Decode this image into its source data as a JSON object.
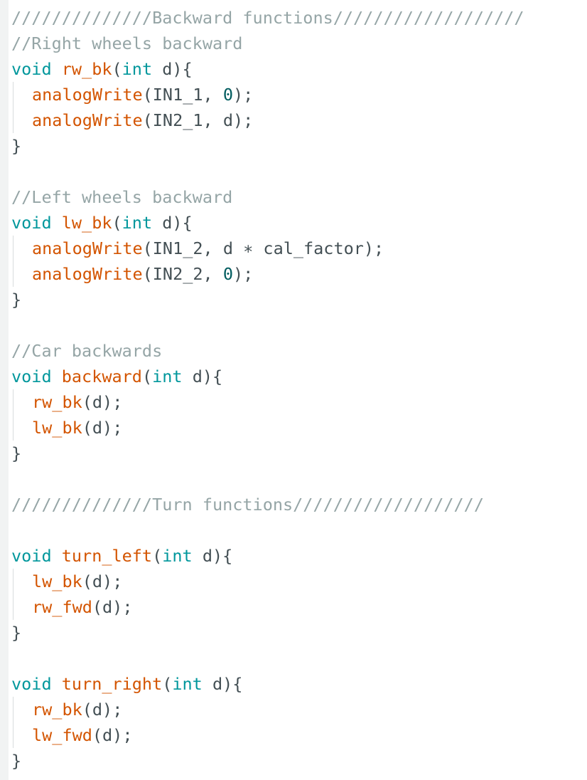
{
  "colors": {
    "background": "#ffffff",
    "gutter": "#f1f3f3",
    "comment": "#95a5a6",
    "type_keyword": "#00979c",
    "function_name": "#d35400",
    "plain_text": "#434f54",
    "number": "#005c5f"
  },
  "code_lines": [
    {
      "indent": false,
      "tokens": [
        {
          "t": "comment",
          "v": "//////////////Backward functions///////////////////"
        }
      ]
    },
    {
      "indent": false,
      "tokens": [
        {
          "t": "comment",
          "v": "//Right wheels backward"
        }
      ]
    },
    {
      "indent": false,
      "tokens": [
        {
          "t": "type",
          "v": "void"
        },
        {
          "t": "plain",
          "v": " "
        },
        {
          "t": "func",
          "v": "rw_bk"
        },
        {
          "t": "plain",
          "v": "("
        },
        {
          "t": "type",
          "v": "int"
        },
        {
          "t": "plain",
          "v": " d){"
        }
      ]
    },
    {
      "indent": true,
      "tokens": [
        {
          "t": "func",
          "v": "analogWrite"
        },
        {
          "t": "plain",
          "v": "(IN1_1, "
        },
        {
          "t": "number",
          "v": "0"
        },
        {
          "t": "plain",
          "v": ");"
        }
      ]
    },
    {
      "indent": true,
      "tokens": [
        {
          "t": "func",
          "v": "analogWrite"
        },
        {
          "t": "plain",
          "v": "(IN2_1, d);"
        }
      ]
    },
    {
      "indent": false,
      "tokens": [
        {
          "t": "plain",
          "v": "}"
        }
      ]
    },
    {
      "indent": false,
      "tokens": []
    },
    {
      "indent": false,
      "tokens": [
        {
          "t": "comment",
          "v": "//Left wheels backward"
        }
      ]
    },
    {
      "indent": false,
      "tokens": [
        {
          "t": "type",
          "v": "void"
        },
        {
          "t": "plain",
          "v": " "
        },
        {
          "t": "func",
          "v": "lw_bk"
        },
        {
          "t": "plain",
          "v": "("
        },
        {
          "t": "type",
          "v": "int"
        },
        {
          "t": "plain",
          "v": " d){"
        }
      ]
    },
    {
      "indent": true,
      "tokens": [
        {
          "t": "func",
          "v": "analogWrite"
        },
        {
          "t": "plain",
          "v": "(IN1_2, d ∗ cal_factor);"
        }
      ]
    },
    {
      "indent": true,
      "tokens": [
        {
          "t": "func",
          "v": "analogWrite"
        },
        {
          "t": "plain",
          "v": "(IN2_2, "
        },
        {
          "t": "number",
          "v": "0"
        },
        {
          "t": "plain",
          "v": ");"
        }
      ]
    },
    {
      "indent": false,
      "tokens": [
        {
          "t": "plain",
          "v": "}"
        }
      ]
    },
    {
      "indent": false,
      "tokens": []
    },
    {
      "indent": false,
      "tokens": [
        {
          "t": "comment",
          "v": "//Car backwards"
        }
      ]
    },
    {
      "indent": false,
      "tokens": [
        {
          "t": "type",
          "v": "void"
        },
        {
          "t": "plain",
          "v": " "
        },
        {
          "t": "func",
          "v": "backward"
        },
        {
          "t": "plain",
          "v": "("
        },
        {
          "t": "type",
          "v": "int"
        },
        {
          "t": "plain",
          "v": " d){"
        }
      ]
    },
    {
      "indent": true,
      "tokens": [
        {
          "t": "func",
          "v": "rw_bk"
        },
        {
          "t": "plain",
          "v": "(d);"
        }
      ]
    },
    {
      "indent": true,
      "tokens": [
        {
          "t": "func",
          "v": "lw_bk"
        },
        {
          "t": "plain",
          "v": "(d);"
        }
      ]
    },
    {
      "indent": false,
      "tokens": [
        {
          "t": "plain",
          "v": "}"
        }
      ]
    },
    {
      "indent": false,
      "tokens": []
    },
    {
      "indent": false,
      "tokens": [
        {
          "t": "comment",
          "v": "//////////////Turn functions///////////////////"
        }
      ]
    },
    {
      "indent": false,
      "tokens": []
    },
    {
      "indent": false,
      "tokens": [
        {
          "t": "type",
          "v": "void"
        },
        {
          "t": "plain",
          "v": " "
        },
        {
          "t": "func",
          "v": "turn_left"
        },
        {
          "t": "plain",
          "v": "("
        },
        {
          "t": "type",
          "v": "int"
        },
        {
          "t": "plain",
          "v": " d){"
        }
      ]
    },
    {
      "indent": true,
      "tokens": [
        {
          "t": "func",
          "v": "lw_bk"
        },
        {
          "t": "plain",
          "v": "(d);"
        }
      ]
    },
    {
      "indent": true,
      "tokens": [
        {
          "t": "func",
          "v": "rw_fwd"
        },
        {
          "t": "plain",
          "v": "(d);"
        }
      ]
    },
    {
      "indent": false,
      "tokens": [
        {
          "t": "plain",
          "v": "}"
        }
      ]
    },
    {
      "indent": false,
      "tokens": []
    },
    {
      "indent": false,
      "tokens": [
        {
          "t": "type",
          "v": "void"
        },
        {
          "t": "plain",
          "v": " "
        },
        {
          "t": "func",
          "v": "turn_right"
        },
        {
          "t": "plain",
          "v": "("
        },
        {
          "t": "type",
          "v": "int"
        },
        {
          "t": "plain",
          "v": " d){"
        }
      ]
    },
    {
      "indent": true,
      "tokens": [
        {
          "t": "func",
          "v": "rw_bk"
        },
        {
          "t": "plain",
          "v": "(d);"
        }
      ]
    },
    {
      "indent": true,
      "tokens": [
        {
          "t": "func",
          "v": "lw_fwd"
        },
        {
          "t": "plain",
          "v": "(d);"
        }
      ]
    },
    {
      "indent": false,
      "tokens": [
        {
          "t": "plain",
          "v": "}"
        }
      ]
    }
  ]
}
